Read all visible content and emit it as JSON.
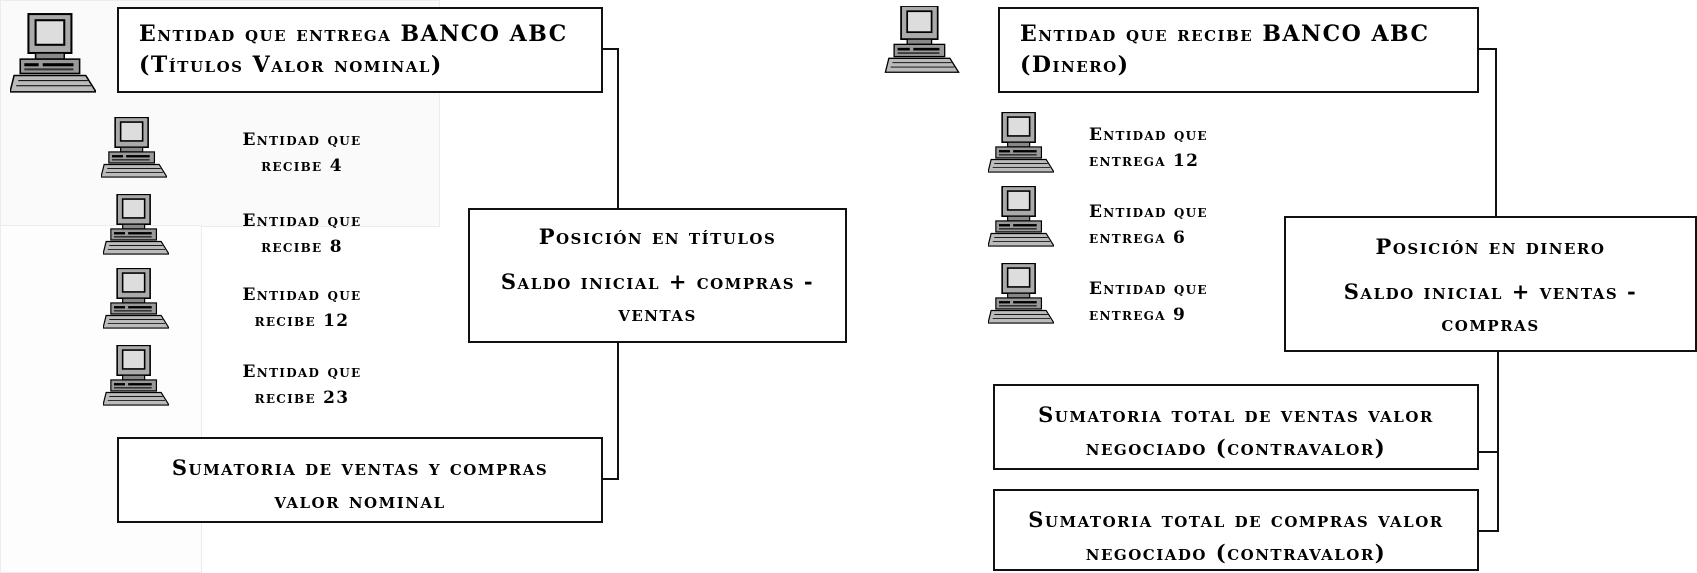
{
  "left": {
    "header": "Entidad que entrega  BANCO ABC  (Títulos Valor nominal)",
    "entities": [
      {
        "line1": "Entidad que",
        "line2": "recibe 4"
      },
      {
        "line1": "Entidad que",
        "line2": "recibe  8"
      },
      {
        "line1": "Entidad que",
        "line2": "recibe  12"
      },
      {
        "line1": "Entidad que",
        "line2": "recibe  23"
      }
    ],
    "position": {
      "title": "Posición en títulos",
      "formula": "Saldo inicial + compras - ventas"
    },
    "summary": "Sumatoria de ventas y compras valor nominal"
  },
  "right": {
    "header": "Entidad que recibe BANCO ABC (Dinero)",
    "entities": [
      {
        "line1": "Entidad que",
        "line2": "entrega  12"
      },
      {
        "line1": "Entidad que",
        "line2": "entrega  6"
      },
      {
        "line1": "Entidad que",
        "line2": "entrega  9"
      }
    ],
    "position": {
      "title": "Posición en dinero",
      "formula": "Saldo inicial + ventas - compras"
    },
    "sales_summary": "Sumatoria total de ventas valor negociado (contravalor)",
    "purchases_summary": "Sumatoria total de compras valor negociado (contravalor)"
  },
  "icons": [
    "computer-icon"
  ]
}
